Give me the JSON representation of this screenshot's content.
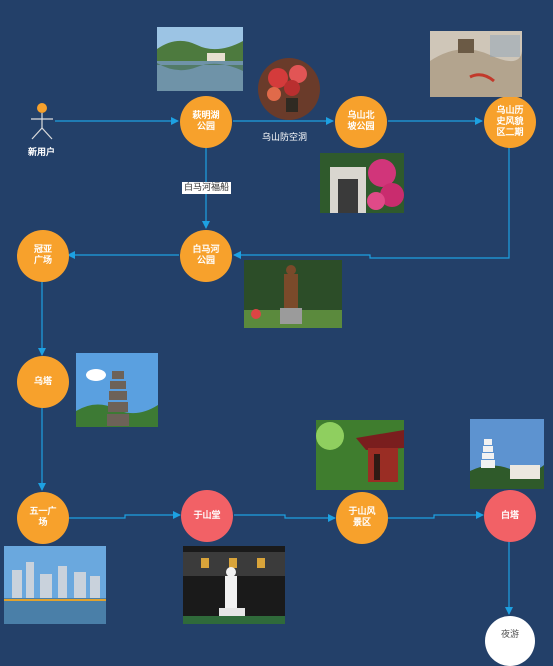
{
  "title": "",
  "user": {
    "label": "新用户"
  },
  "nodes": {
    "ximing": {
      "label": "萩明湖\n公园",
      "color": "#F7A12C"
    },
    "wushanbei": {
      "label": "乌山北\n坡公园",
      "color": "#F7A12C"
    },
    "wushanls": {
      "label": "乌山历\n史风貌\n区二期",
      "color": "#F7A12C"
    },
    "baima": {
      "label": "白马河\n公园",
      "color": "#F7A12C"
    },
    "guanya": {
      "label": "冠亚\n广场",
      "color": "#F7A12C"
    },
    "wuta": {
      "label": "乌塔",
      "color": "#F7A12C"
    },
    "wuyi": {
      "label": "五一广\n场",
      "color": "#F7A12C"
    },
    "yushantang": {
      "label": "于山堂",
      "color": "#F26166"
    },
    "yushanfj": {
      "label": "于山风\n景区",
      "color": "#F7A12C"
    },
    "baita": {
      "label": "白塔",
      "color": "#F26166"
    },
    "yeyou": {
      "label": "夜游",
      "color": "#FFFFFF"
    }
  },
  "labels": {
    "fangkongdong": "乌山防空洞",
    "baimahe_boat": "白马河福船"
  },
  "colors": {
    "background": "#234069",
    "edge": "#1DA1E2",
    "orange": "#F7A12C",
    "red": "#F26166"
  }
}
